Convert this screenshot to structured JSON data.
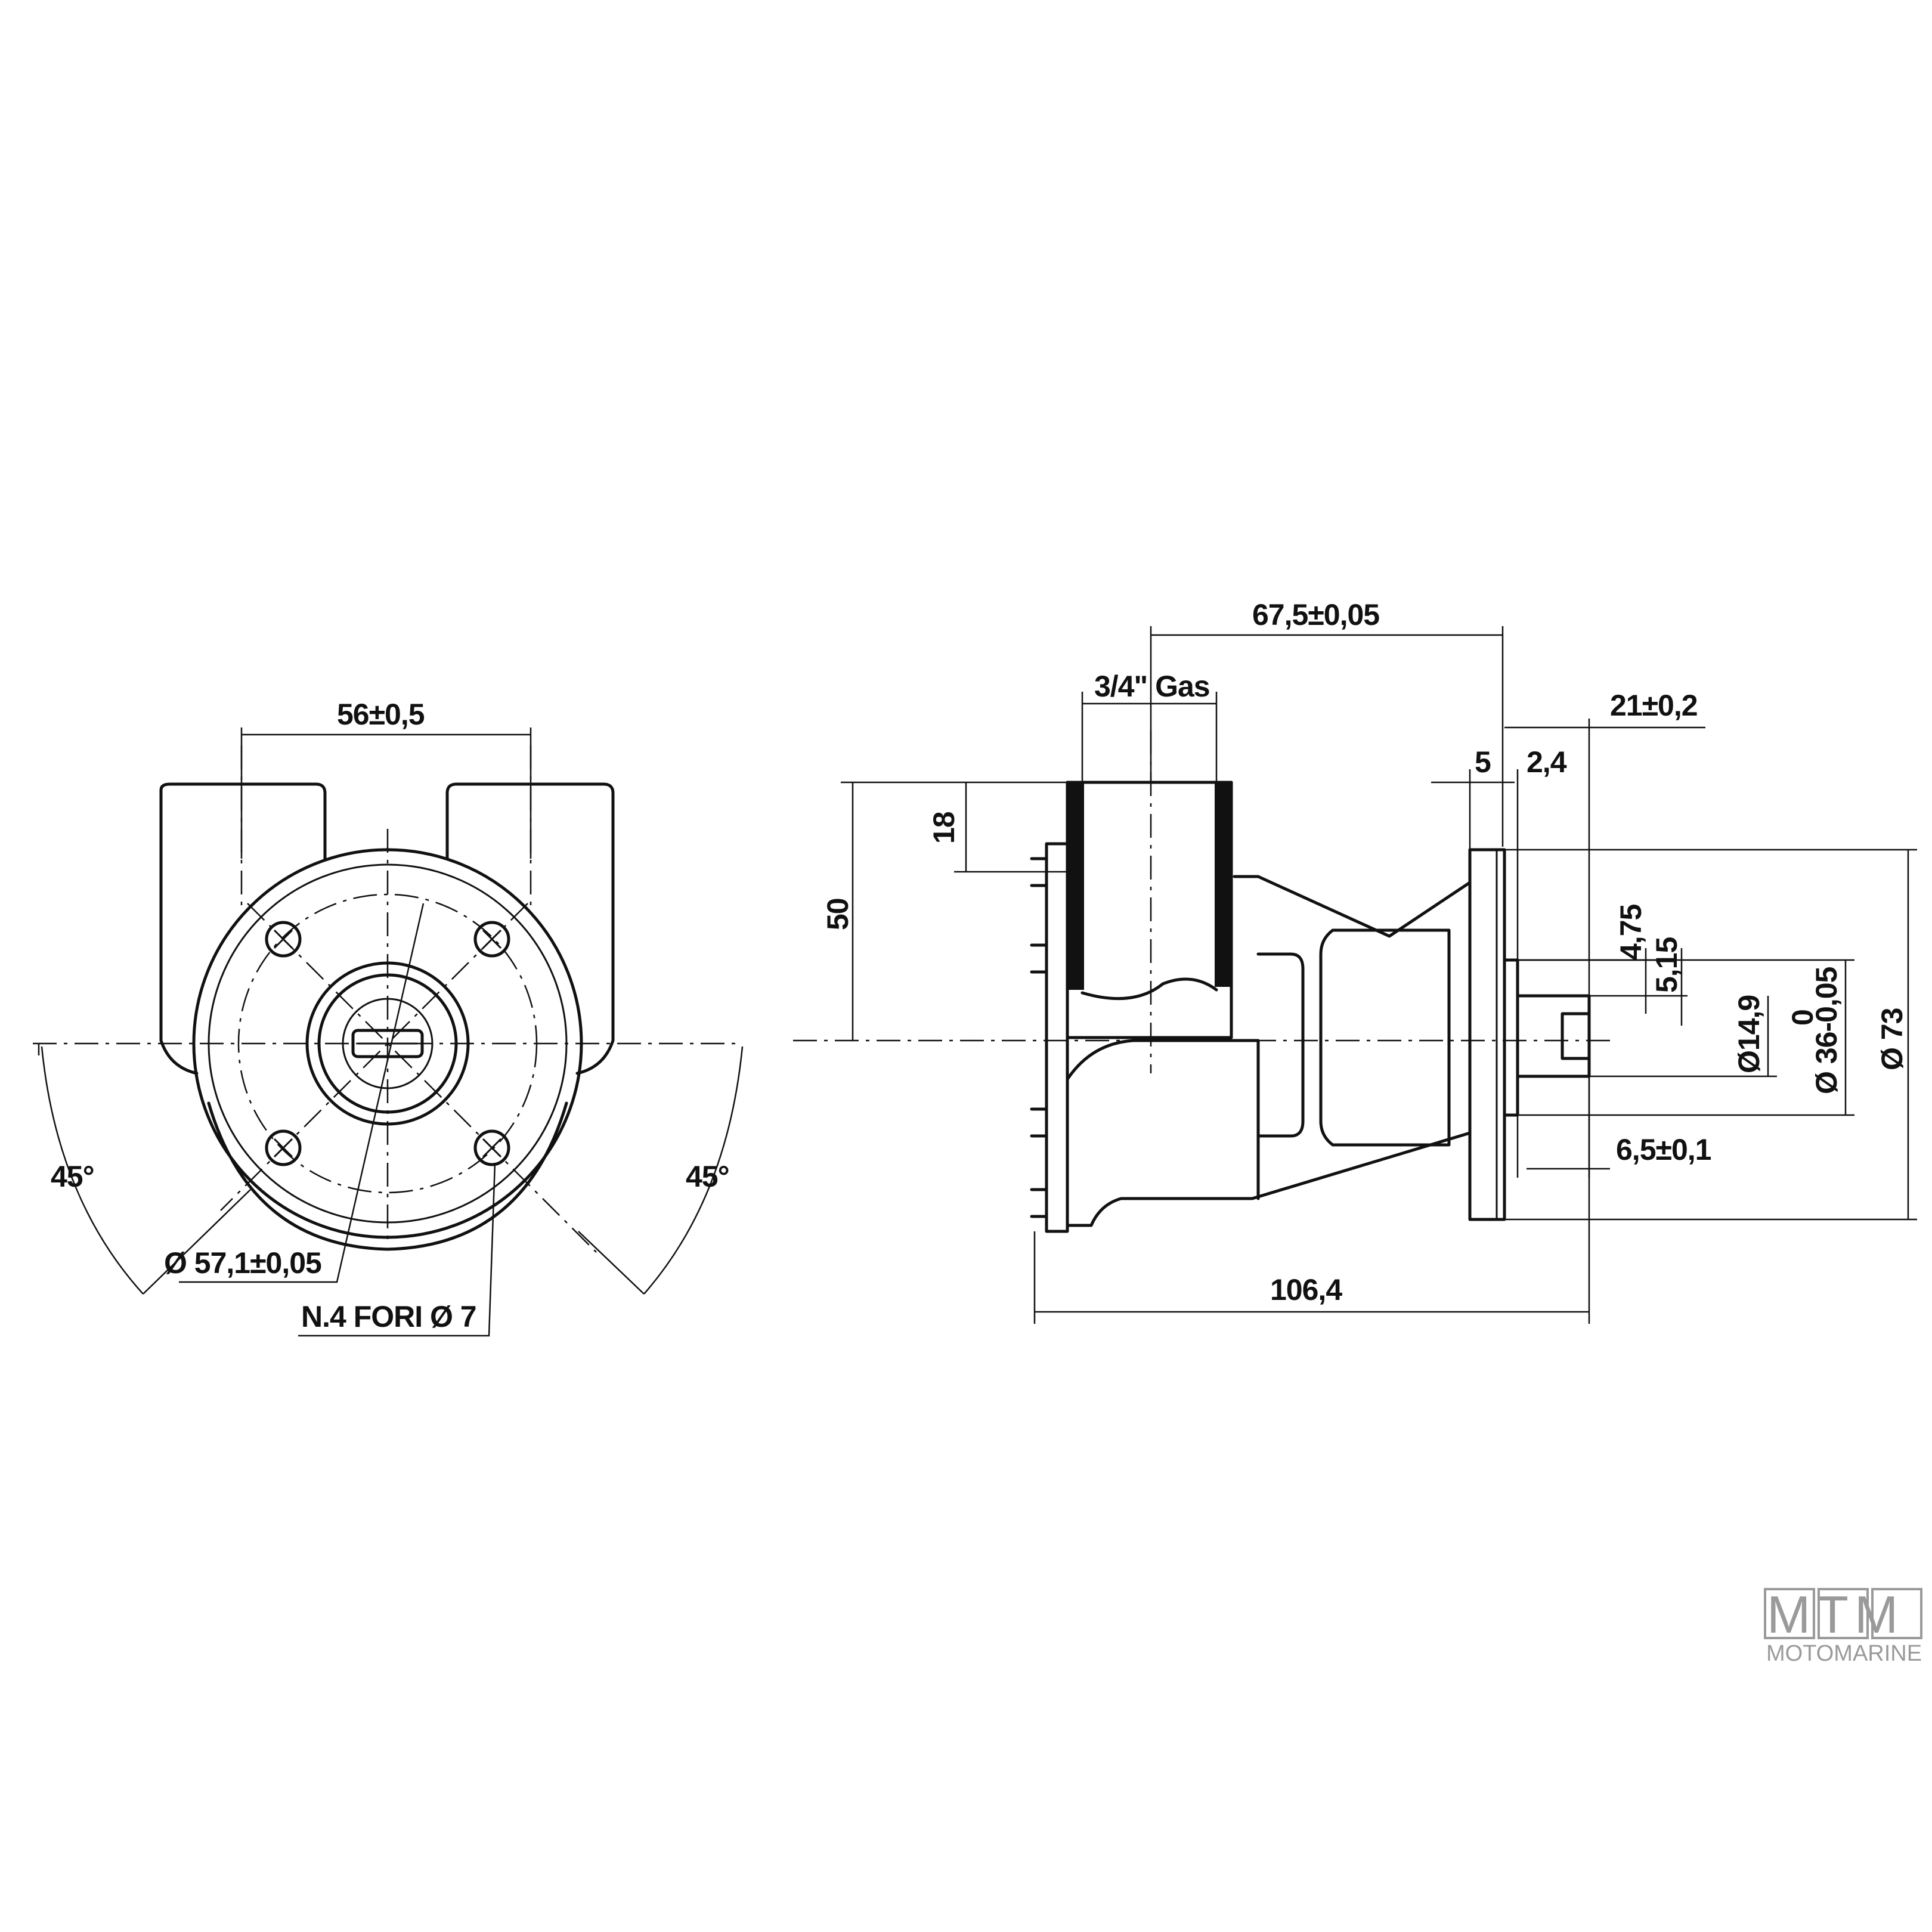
{
  "front_view": {
    "dim_port_spacing": "56±0,5",
    "dim_bolt_circle": "Ø 57,1±0,05",
    "dim_holes": "N.4 FORI Ø 7",
    "angle_left": "45°",
    "angle_right": "45°"
  },
  "side_view": {
    "dim_port_to_flange": "67,5±0,05",
    "dim_thread": "3/4\" Gas",
    "dim_shaft_length": "21±0,2",
    "dim_flange_thickness": "5",
    "dim_spigot": "2,4",
    "dim_port_height": "18",
    "dim_centre_height": "50",
    "dim_key_depth": "4,75",
    "dim_key_width": "5,15",
    "dim_shaft_dia": "Ø14,9",
    "dim_pilot_dia": "Ø 36-0,05",
    "dim_pilot_tol_top": "0",
    "dim_flange_dia": "Ø 73",
    "dim_key_offset": "6,5±0,1",
    "dim_overall_length": "106,4"
  },
  "logo": {
    "letters": "MTM",
    "subtitle": "MOTOMARINE",
    "color": "#9a9a9a"
  }
}
